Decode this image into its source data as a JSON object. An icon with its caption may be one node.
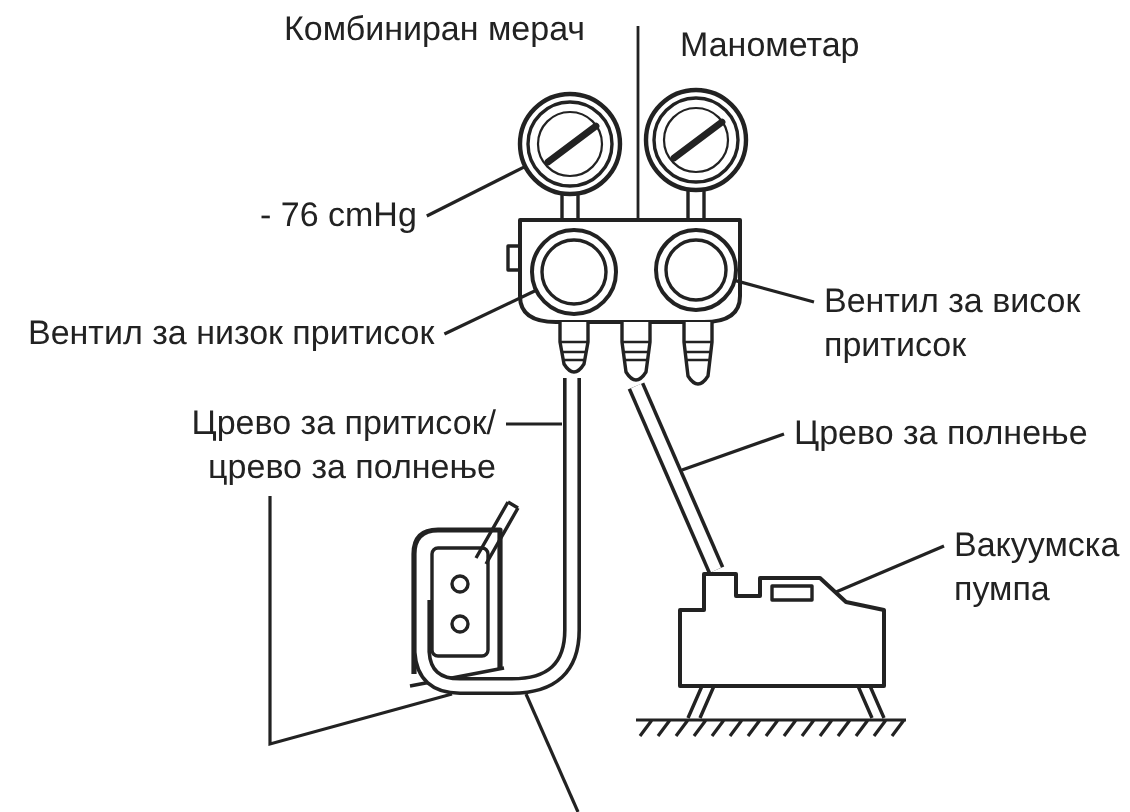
{
  "diagram": {
    "nodes": [
      {
        "text": [
          "- 76 cmHg"
        ]
      },
      {
        "text": [],
        "shape": "picture"
      },
      {
        "text": [],
        "shape": "picture"
      },
      {
        "text": [],
        "shape": "circle"
      },
      {
        "text": [],
        "shape": "circle"
      },
      {
        "text": [
          "Вентил за низок притисок"
        ]
      },
      {
        "text": [
          "Вентил за висок притисок"
        ]
      },
      {
        "text": [
          "Црево за притисок/ црево за полнење"
        ]
      },
      {
        "text": [],
        "shape": "tube"
      },
      {
        "text": [
          "Црево за полнење"
        ]
      },
      {
        "text": [],
        "shape": "tube"
      },
      {
        "text": [
          "Вакуумска пумпа"
        ]
      },
      {
        "text": [],
        "shape": "picture"
      }
    ],
    "edges": [
      {
        "from": 0,
        "to": 1,
        "arrow": "none"
      },
      {
        "from": 5,
        "to": 3,
        "arrow": "none"
      },
      {
        "from": 6,
        "to": 4,
        "arrow": "none"
      },
      {
        "from": 7,
        "to": 8,
        "arrow": "none"
      },
      {
        "from": 7,
        "to": 8,
        "arrow": "none"
      },
      {
        "from": 9,
        "to": 10,
        "arrow": "none"
      },
      {
        "from": 11,
        "to": 12,
        "arrow": "none"
      },
      {
        "from": null,
        "to": 8,
        "arrow": "none"
      }
    ],
    "labels": [
      "Комбиниран мерач",
      "Манометар"
    ]
  }
}
